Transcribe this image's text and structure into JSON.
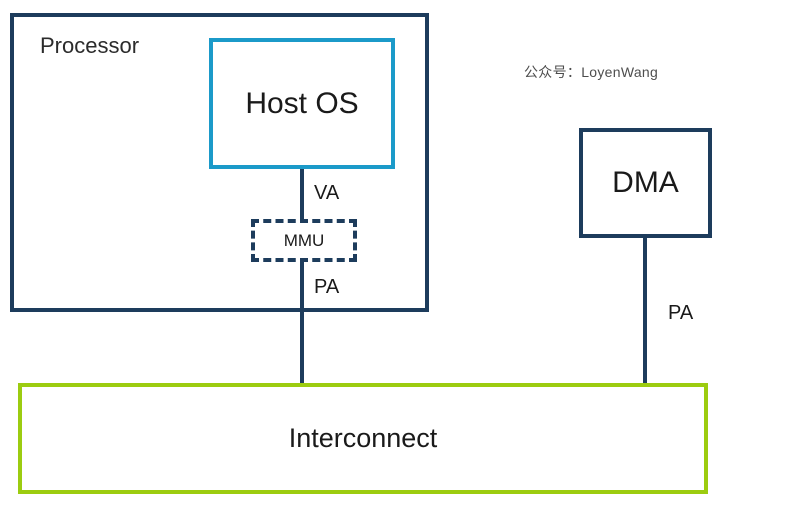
{
  "diagram": {
    "title": "Processor DMA address translation diagram",
    "watermark": "公众号：LoyenWang",
    "colors": {
      "navy": "#1d3c5c",
      "cyan": "#1b9ac9",
      "green": "#9ccc10",
      "text": "#1a1a1a",
      "watermark_text": "#4d4d4d",
      "background": "#ffffff"
    },
    "nodes": {
      "processor": {
        "label": "Processor",
        "border_color": "#1d3c5c",
        "border_style": "solid"
      },
      "host_os": {
        "label": "Host OS",
        "border_color": "#1b9ac9",
        "border_style": "solid"
      },
      "mmu": {
        "label": "MMU",
        "border_color": "#1d3c5c",
        "border_style": "dashed"
      },
      "dma": {
        "label": "DMA",
        "border_color": "#1d3c5c",
        "border_style": "solid"
      },
      "interconnect": {
        "label": "Interconnect",
        "border_color": "#9ccc10",
        "border_style": "solid"
      }
    },
    "edges": {
      "host_os_to_mmu": {
        "label": "VA"
      },
      "mmu_to_interconnect": {
        "label": "PA"
      },
      "dma_to_interconnect": {
        "label": "PA"
      }
    }
  }
}
